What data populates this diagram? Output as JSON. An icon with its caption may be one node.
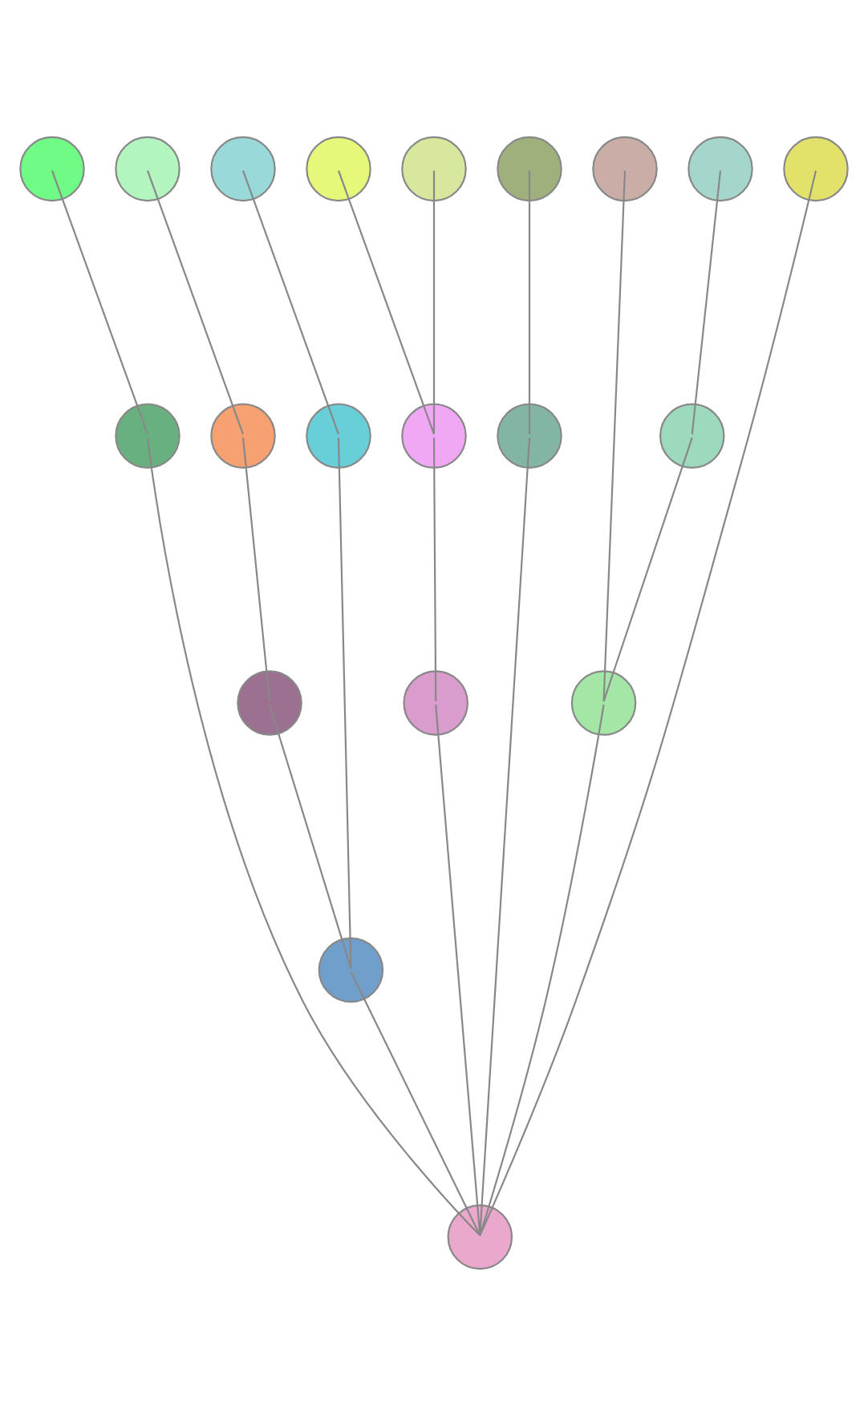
{
  "diagram": {
    "nodes": [
      {
        "text": [],
        "shape": "circle"
      },
      {
        "text": [],
        "shape": "circle"
      },
      {
        "text": [],
        "shape": "circle"
      },
      {
        "text": [],
        "shape": "circle"
      },
      {
        "text": [],
        "shape": "circle"
      },
      {
        "text": [],
        "shape": "circle"
      },
      {
        "text": [],
        "shape": "circle"
      },
      {
        "text": [],
        "shape": "circle"
      },
      {
        "text": [],
        "shape": "circle"
      },
      {
        "text": [],
        "shape": "circle"
      },
      {
        "text": [],
        "shape": "circle"
      },
      {
        "text": [],
        "shape": "circle"
      },
      {
        "text": [],
        "shape": "circle"
      },
      {
        "text": [],
        "shape": "circle"
      },
      {
        "text": [],
        "shape": "circle"
      },
      {
        "text": [],
        "shape": "circle"
      },
      {
        "text": [],
        "shape": "circle"
      },
      {
        "text": [],
        "shape": "circle"
      },
      {
        "text": [],
        "shape": "circle"
      },
      {
        "text": [],
        "shape": "circle"
      }
    ],
    "edges": [
      {
        "from": 0,
        "to": 9,
        "arrow": "none"
      },
      {
        "from": 1,
        "to": 10,
        "arrow": "none"
      },
      {
        "from": 2,
        "to": 11,
        "arrow": "none"
      },
      {
        "from": 3,
        "to": 12,
        "arrow": "none"
      },
      {
        "from": 4,
        "to": 12,
        "arrow": "none"
      },
      {
        "from": 5,
        "to": 13,
        "arrow": "none"
      },
      {
        "from": 6,
        "to": 17,
        "arrow": "none"
      },
      {
        "from": 7,
        "to": 14,
        "arrow": "none"
      },
      {
        "from": 8,
        "to": 19,
        "arrow": "none"
      },
      {
        "from": 9,
        "to": 19,
        "arrow": "none"
      },
      {
        "from": 10,
        "to": 15,
        "arrow": "none"
      },
      {
        "from": 11,
        "to": 18,
        "arrow": "none"
      },
      {
        "from": 12,
        "to": 16,
        "arrow": "none"
      },
      {
        "from": 13,
        "to": 19,
        "arrow": "none"
      },
      {
        "from": 14,
        "to": 17,
        "arrow": "none"
      },
      {
        "from": 15,
        "to": 18,
        "arrow": "none"
      },
      {
        "from": 16,
        "to": 19,
        "arrow": "none"
      },
      {
        "from": 17,
        "to": 19,
        "arrow": "none"
      },
      {
        "from": 18,
        "to": 19,
        "arrow": "none"
      }
    ]
  }
}
